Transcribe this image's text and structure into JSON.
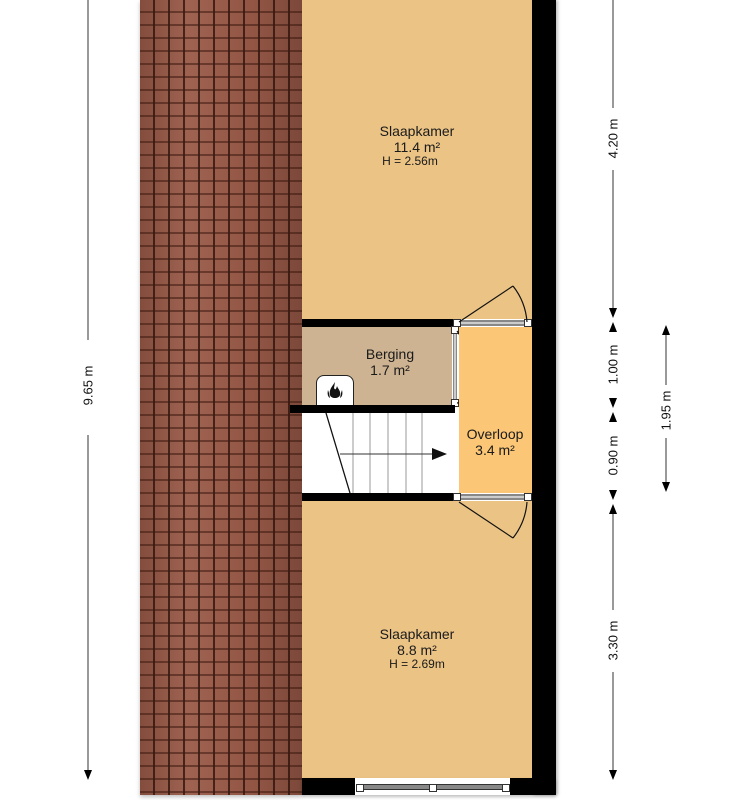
{
  "floorplan": {
    "rooms": [
      {
        "name": "Slaapkamer",
        "area": "11.4 m²",
        "height": "H = 2.56m"
      },
      {
        "name": "Berging",
        "area": "1.7 m²"
      },
      {
        "name": "Overloop",
        "area": "3.4 m²"
      },
      {
        "name": "Slaapkamer",
        "area": "8.8 m²",
        "height": "H = 2.69m"
      }
    ],
    "dimensions": {
      "total_left": "9.65 m",
      "right": [
        "4.20 m",
        "1.00 m",
        "0.90 m",
        "3.30 m"
      ],
      "right_secondary": "1.95 m"
    },
    "colors": {
      "bedroom": "#ebc385",
      "berging": "#cdb392",
      "overloop": "#fbc675",
      "roof": "#9a5a48",
      "wall": "#000000"
    },
    "symbols": [
      "boiler-flame-icon",
      "stair-arrow-icon"
    ]
  }
}
